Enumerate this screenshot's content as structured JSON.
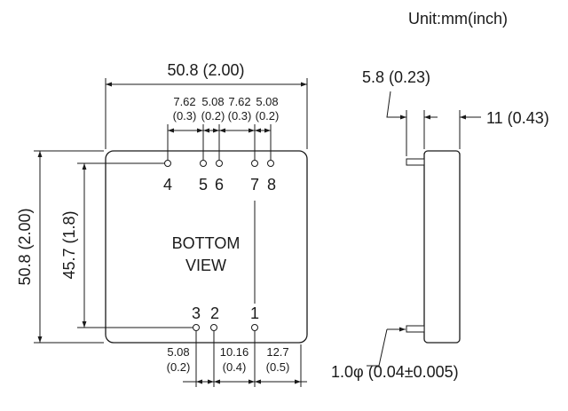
{
  "unit_label": "Unit:mm(inch)",
  "view_label": [
    "BOTTOM",
    "VIEW"
  ],
  "pins": [
    {
      "id": "pin-1",
      "label": "1"
    },
    {
      "id": "pin-2",
      "label": "2"
    },
    {
      "id": "pin-3",
      "label": "3"
    },
    {
      "id": "pin-4",
      "label": "4"
    },
    {
      "id": "pin-5",
      "label": "5"
    },
    {
      "id": "pin-6",
      "label": "6"
    },
    {
      "id": "pin-7",
      "label": "7"
    },
    {
      "id": "pin-8",
      "label": "8"
    }
  ],
  "dimensions": {
    "overall_width": "50.8 (2.00)",
    "overall_height": "50.8 (2.00)",
    "pin_row_spacing": "45.7 (1.8)",
    "top_pitch": [
      {
        "mm": "7.62",
        "inch": "(0.3)"
      },
      {
        "mm": "5.08",
        "inch": "(0.2)"
      },
      {
        "mm": "7.62",
        "inch": "(0.3)"
      },
      {
        "mm": "5.08",
        "inch": "(0.2)"
      }
    ],
    "bottom_pitch": [
      {
        "mm": "5.08",
        "inch": "(0.2)"
      },
      {
        "mm": "10.16",
        "inch": "(0.4)"
      },
      {
        "mm": "12.7",
        "inch": "(0.5)"
      }
    ],
    "pin_length": "5.8 (0.23)",
    "body_thickness": "11 (0.43)",
    "pin_diameter": "1.0φ (0.04±0.005)"
  }
}
